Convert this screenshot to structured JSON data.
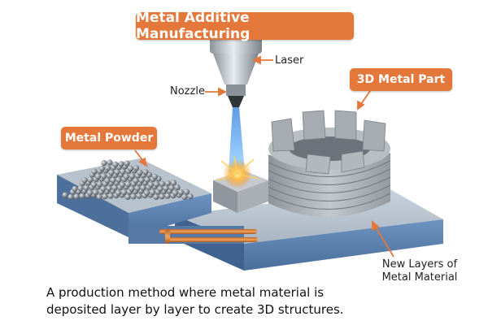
{
  "title": "Metal Additive Manufacturing",
  "callouts": {
    "laser": "Laser",
    "nozzle": "Nozzle",
    "metal_powder": "Metal Powder",
    "part": "3D Metal Part",
    "layers_line1": "New Layers of",
    "layers_line2": "Metal Material"
  },
  "caption": {
    "line1": "A production method where metal material is",
    "line2": "deposited layer by layer to create 3D structures."
  },
  "colors": {
    "accent": "#e3783a",
    "laser_beam": "#4aa8ff",
    "base_blue": "#5f86b5",
    "metal_grey": "#9aa2ab"
  }
}
